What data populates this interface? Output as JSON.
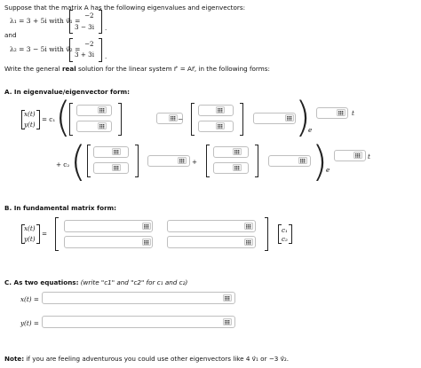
{
  "intro": {
    "line1": "Suppose that the matrix A has the following eigenvalues and eigenvectors:",
    "lambda1_expr": "λ₁ = 3 + 5i with v⃗₁ =",
    "v1_top": "−2",
    "v1_bot": "3 − 3i",
    "and": "and",
    "lambda2_expr": "λ₂ = 3 − 5i with v⃗₂ =",
    "v2_top": "−2",
    "v2_bot": "3 + 3i",
    "period": ".",
    "task_pre": "Write the general ",
    "task_bold": "real",
    "task_post": " solution for the linear system r⃗′ = Ar⃗, in the following forms:"
  },
  "partA": {
    "heading": "A. In eigenvalue/eigenvector form:",
    "xt": "x(t)",
    "yt": "y(t)",
    "eq_c1": "= c₁",
    "minus": "−",
    "e": "e",
    "t": "t",
    "plus_c2": "+ c₂",
    "plus": "+"
  },
  "partB": {
    "heading": "B. In fundamental matrix form:",
    "xt": "x(t)",
    "yt": "y(t)",
    "eq": "=",
    "c1": "c₁",
    "c2": "c₂"
  },
  "partC": {
    "heading_bold": "C. As two equations:",
    "heading_italic": " (write \"c1\" and \"c2\" for c₁ and c₂)",
    "x_label": "x(t) =",
    "y_label": "y(t) ="
  },
  "note": {
    "bold": "Note:",
    "text": " if you are feeling adventurous you could use other eigenvectors like 4 v⃗₁ or −3 v⃗₂."
  }
}
